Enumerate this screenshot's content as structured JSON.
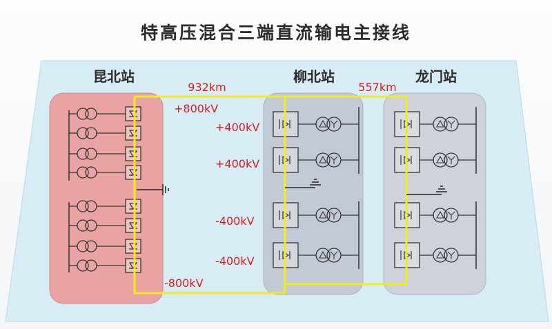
{
  "title": "特高压混合三端直流输电主接线",
  "stations": {
    "kunbei": "昆北站",
    "liubei": "柳北站",
    "longmen": "龙门站"
  },
  "distances": {
    "kunbei_liubei": "932km",
    "liubei_longmen": "557km"
  },
  "voltages": {
    "pos800": "+800kV",
    "neg800": "-800kV",
    "pos400_a": "+400kV",
    "pos400_b": "+400kV",
    "neg400_a": "-400kV",
    "neg400_b": "-400kV"
  },
  "colors": {
    "platform": "#d8ecf5",
    "kunbei_panel": "#e9a3a3",
    "liubei_panel": "#c3cad6",
    "longmen_panel": "#cdd2db",
    "dc_line": "#f2ec1e",
    "label_red": "#d01d1d",
    "heading": "#2b2b2b"
  }
}
